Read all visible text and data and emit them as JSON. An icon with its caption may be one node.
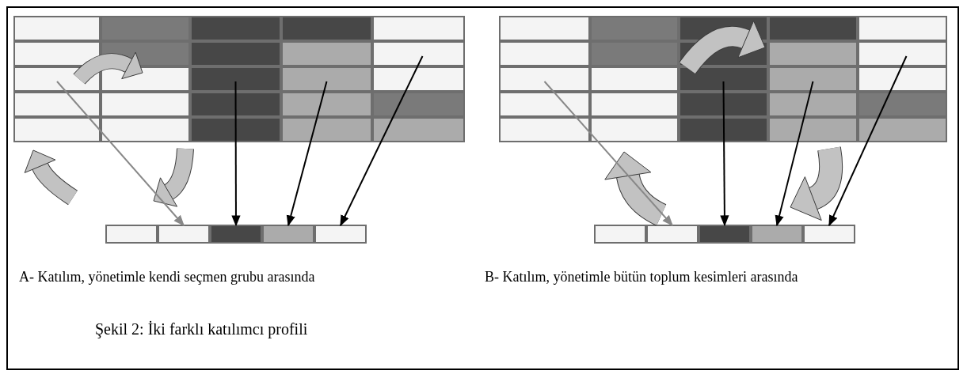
{
  "diagram": {
    "caption": "Şekil 2: İki farklı katılımcı profili",
    "nodes": [
      {
        "text": [],
        "shape": "box"
      },
      {
        "text": [],
        "shape": "box"
      },
      {
        "text": [],
        "shape": "box"
      },
      {
        "text": [],
        "shape": "box"
      },
      {
        "text": [],
        "shape": "box"
      },
      {
        "text": [],
        "shape": "box"
      },
      {
        "text": [],
        "shape": "box"
      },
      {
        "text": [],
        "shape": "box"
      },
      {
        "text": [],
        "shape": "box"
      },
      {
        "text": [],
        "shape": "box"
      },
      {
        "text": [],
        "shape": "box"
      },
      {
        "text": [],
        "shape": "box"
      }
    ],
    "edges": [
      {
        "from": 0,
        "to": 2,
        "arrow": "to",
        "color": "#888888"
      },
      {
        "from": 0,
        "to": 3,
        "arrow": "to"
      },
      {
        "from": 0,
        "to": 4,
        "arrow": "to"
      },
      {
        "from": 0,
        "to": 5,
        "arrow": "to"
      },
      {
        "from": 6,
        "to": 8,
        "arrow": "to",
        "color": "#888888"
      },
      {
        "from": 6,
        "to": 9,
        "arrow": "to"
      },
      {
        "from": 6,
        "to": 10,
        "arrow": "to"
      },
      {
        "from": 6,
        "to": 11,
        "arrow": "to"
      }
    ],
    "labels": [
      "A- Katılım, yönetimle kendi seçmen grubu arasında",
      "B- Katılım, yönetimle bütün toplum kesimleri arasında"
    ]
  }
}
